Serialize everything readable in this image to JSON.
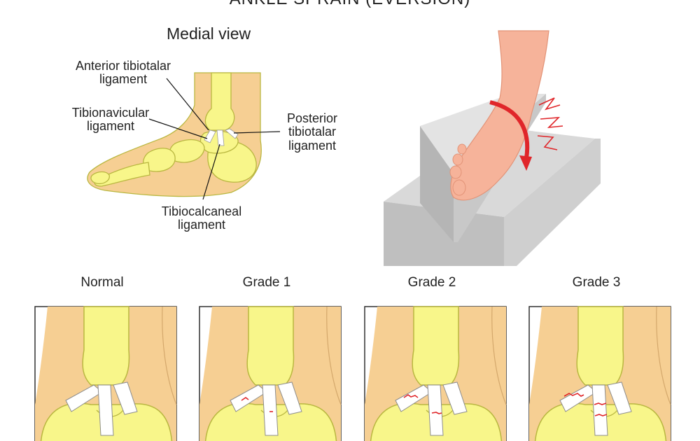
{
  "title": "ANKLE SPRAIN (EVERSION)",
  "subtitle": "Medial view",
  "labels": {
    "anterior_tibiotalar": [
      "Anterior tibiotalar",
      "ligament"
    ],
    "tibionavicular": [
      "Tibionavicular",
      "ligament"
    ],
    "posterior_tibiotalar": [
      "Posterior",
      "tibiotalar",
      "ligament"
    ],
    "tibiocalcaneal": [
      "Tibiocalcaneal",
      "ligament"
    ]
  },
  "grades": [
    "Normal",
    "Grade 1",
    "Grade 2",
    "Grade 3"
  ],
  "colors": {
    "skin": "#f6cf93",
    "bone": "#f8f68a",
    "bone_outline": "#b9b740",
    "ligament": "#ffffff",
    "tear": "#e0262a",
    "arrow": "#e0262a",
    "step_top": "#d8d8d8",
    "step_side": "#c4c4c4",
    "foot_skin": "#f5a88d"
  },
  "icons": [
    "medial-ankle-anatomy",
    "foot-eversion-on-step",
    "ligament-tear-panel"
  ]
}
